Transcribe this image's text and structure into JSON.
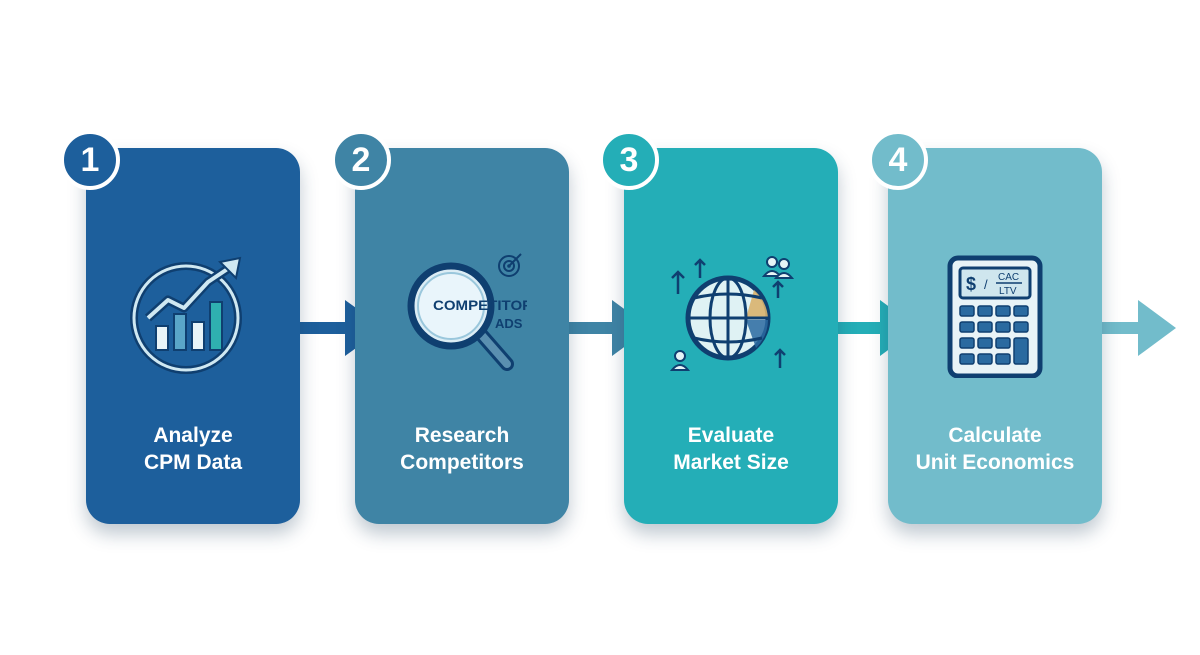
{
  "steps": [
    {
      "number": "1",
      "line1": "Analyze",
      "line2": "CPM Data",
      "icon": "trend-chart-icon",
      "color": "#1d5f9c"
    },
    {
      "number": "2",
      "line1": "Research",
      "line2": "Competitors",
      "icon": "magnifier-icon",
      "color": "#3f84a5",
      "icon_text": {
        "magnifier": "COMPETITOR",
        "sub": "ADS"
      }
    },
    {
      "number": "3",
      "line1": "Evaluate",
      "line2": "Market Size",
      "icon": "globe-icon",
      "color": "#24aeb7"
    },
    {
      "number": "4",
      "line1": "Calculate",
      "line2": "Unit Economics",
      "icon": "calculator-icon",
      "color": "#72bccb",
      "icon_text": {
        "symbol": "$",
        "slash": "/",
        "top": "CAC",
        "bottom": "LTV"
      }
    }
  ]
}
